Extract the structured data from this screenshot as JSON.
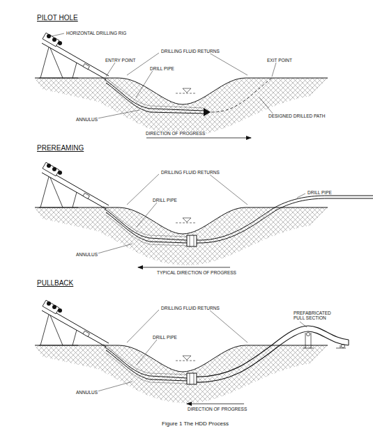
{
  "diagram": {
    "caption": "Figure 1 The HDD Process",
    "labels": [
      "PILOT HOLE",
      "HORIZONTAL DRILLING RIG",
      "ENTRY POINT",
      "DRILLING FLUID RETURNS",
      "EXIT POINT",
      "DRILL PIPE",
      "ANNULUS",
      "DESIGNED DRILLED PATH",
      "DIRECTION OF PROGRESS",
      "PREREAMING",
      "DRILLING FLUID RETURNS",
      "DRILL PIPE",
      "DRILL PIPE",
      "ANNULUS",
      "TYPICAL DIRECTION OF PROGRESS",
      "PULLBACK",
      "DRILLING FLUID RETURNS",
      "PREFABRICATED PULL SECTION",
      "DRILL PIPE",
      "ANNULUS",
      "DIRECTION OF PROGRESS"
    ]
  }
}
